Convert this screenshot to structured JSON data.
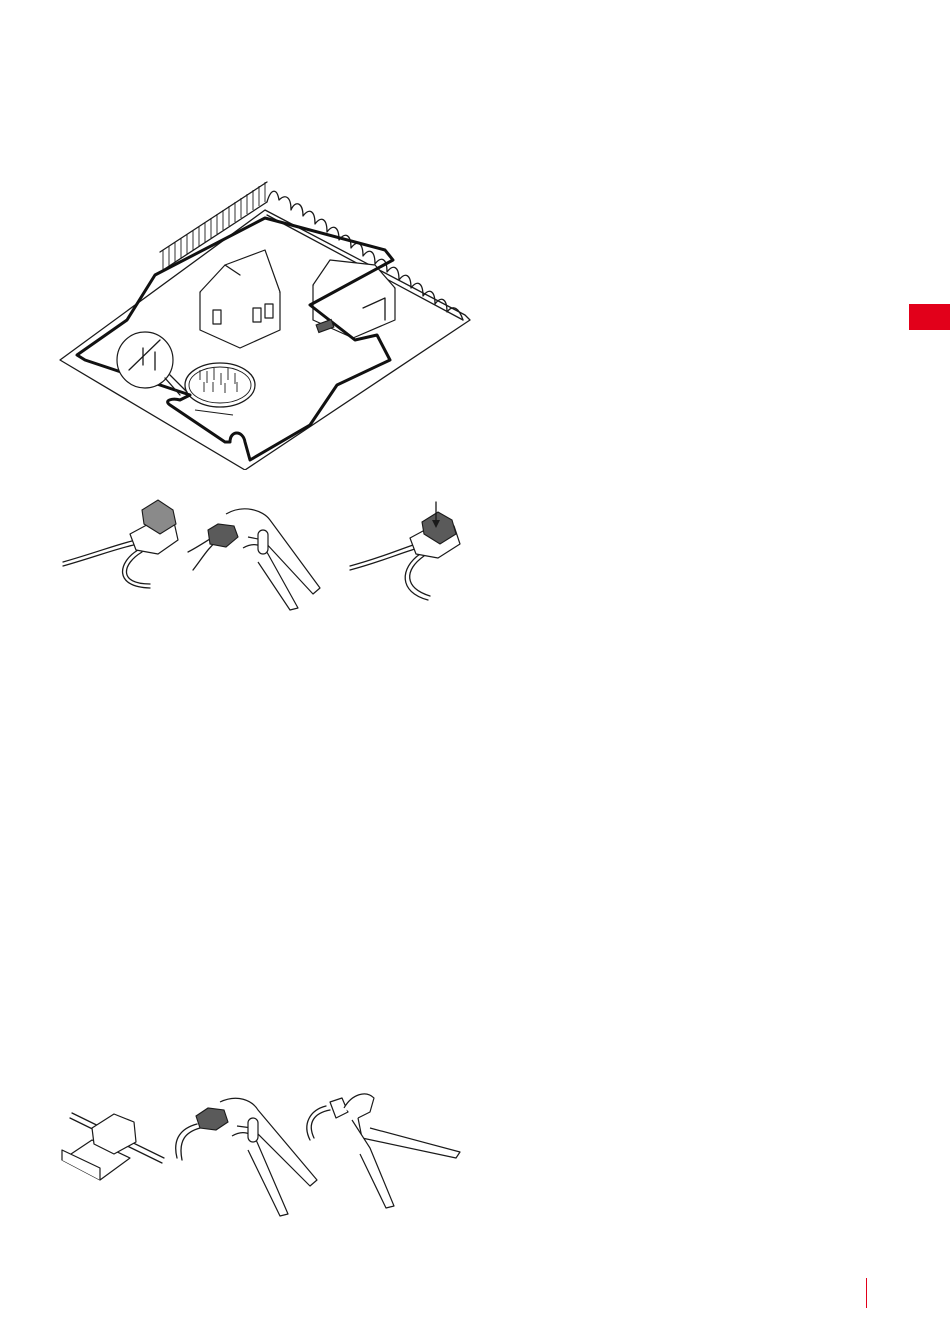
{
  "colors": {
    "accent": "#e2001a",
    "line": "#1a1a1a",
    "connector": "#8a8a8a",
    "background": "#ffffff"
  },
  "figures": [
    {
      "id": "garden-boundary-wire-layout",
      "icon": "boundary-wire-garden-illustration"
    },
    {
      "id": "connector-splice-steps",
      "icon": "wire-connector-pliers-illustration"
    },
    {
      "id": "coupler-attach-steps",
      "icon": "coupler-pliers-cutter-illustration"
    }
  ],
  "tab": {
    "color": "#e2001a"
  }
}
